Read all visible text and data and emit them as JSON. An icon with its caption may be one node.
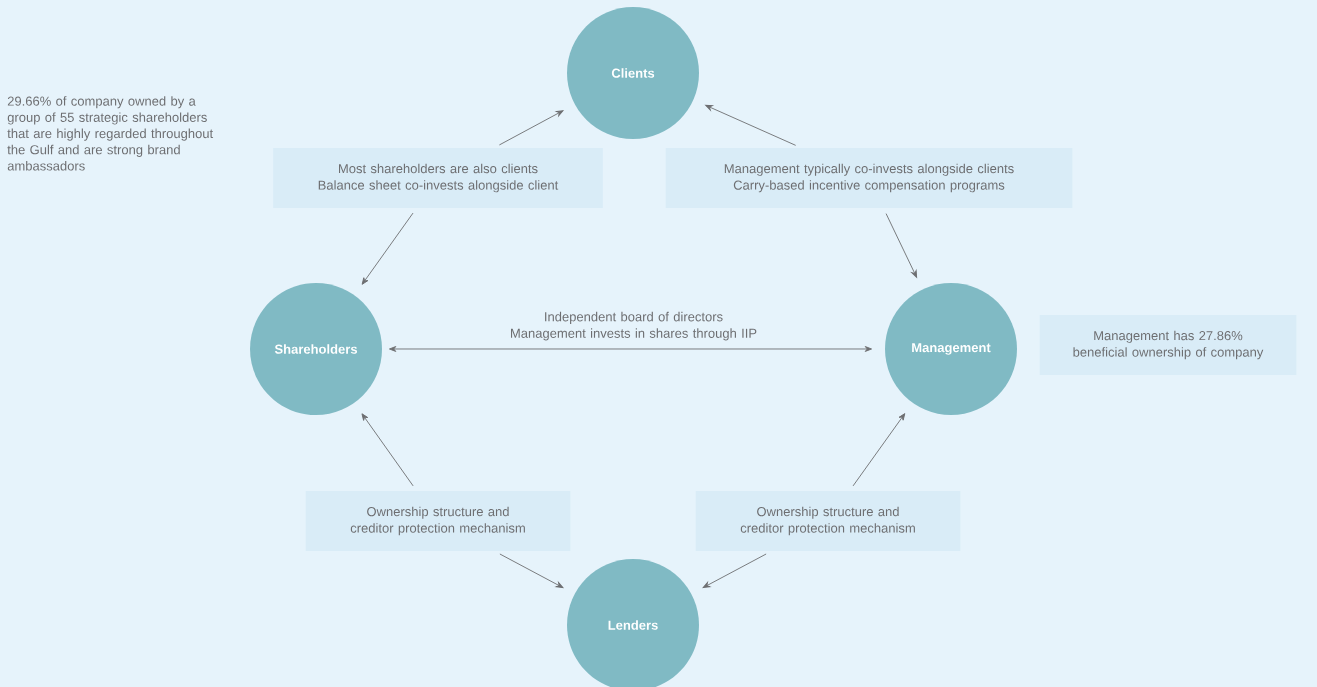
{
  "diagram": {
    "nodes": [
      {
        "text": [
          "Clients"
        ]
      },
      {
        "text": [
          "Most shareholders are also clients",
          "Balance sheet co-invests alongside client"
        ]
      },
      {
        "text": [
          "Management typically co-invests  alongside clients",
          "Carry-based incentive compensation programs"
        ]
      },
      {
        "text": [
          "Shareholders"
        ]
      },
      {
        "text": [
          "Management"
        ]
      },
      {
        "text": [
          "Management has 27.86% beneficial ownership of company"
        ]
      },
      {
        "text": [
          "Ownership structure and creditor protection mechanism"
        ]
      },
      {
        "text": [
          "Ownership structure and creditor protection mechanism"
        ]
      },
      {
        "text": [
          "Lenders"
        ]
      }
    ],
    "edges": [
      {
        "from": 1,
        "to": 0,
        "arrow": "to"
      },
      {
        "from": 1,
        "to": 3,
        "arrow": "to"
      },
      {
        "from": 2,
        "to": 0,
        "arrow": "to"
      },
      {
        "from": 2,
        "to": 4,
        "arrow": "to"
      },
      {
        "from": 6,
        "to": 3,
        "arrow": "to"
      },
      {
        "from": 6,
        "to": 8,
        "arrow": "to"
      },
      {
        "from": 7,
        "to": 4,
        "arrow": "to"
      },
      {
        "from": 7,
        "to": 8,
        "arrow": "to"
      },
      {
        "from": 3,
        "to": 4,
        "arrow": "both",
        "label": "Independent board of directors Management invests in shares through IIP"
      }
    ],
    "labels": [
      "29.66% of company owned by a group of 55 strategic shareholders that are highly regarded throughout the Gulf and are strong brand ambassadors"
    ]
  }
}
